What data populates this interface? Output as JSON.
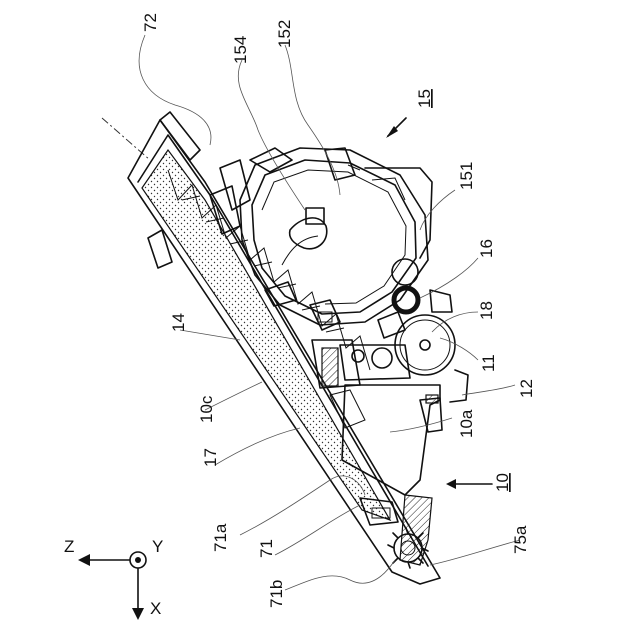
{
  "labels": {
    "l72": "72",
    "l154": "154",
    "l152": "152",
    "l15": "15",
    "l151": "151",
    "l16": "16",
    "l18": "18",
    "l11": "11",
    "l14": "14",
    "l10c": "10c",
    "l12": "12",
    "l10a": "10a",
    "l17": "17",
    "l10": "10",
    "l71a": "71a",
    "l71": "71",
    "l75a": "75a",
    "l71b": "71b"
  },
  "axes": {
    "z": "Z",
    "y": "Y",
    "x": "X"
  },
  "colors": {
    "line": "#111111",
    "background": "#ffffff"
  }
}
